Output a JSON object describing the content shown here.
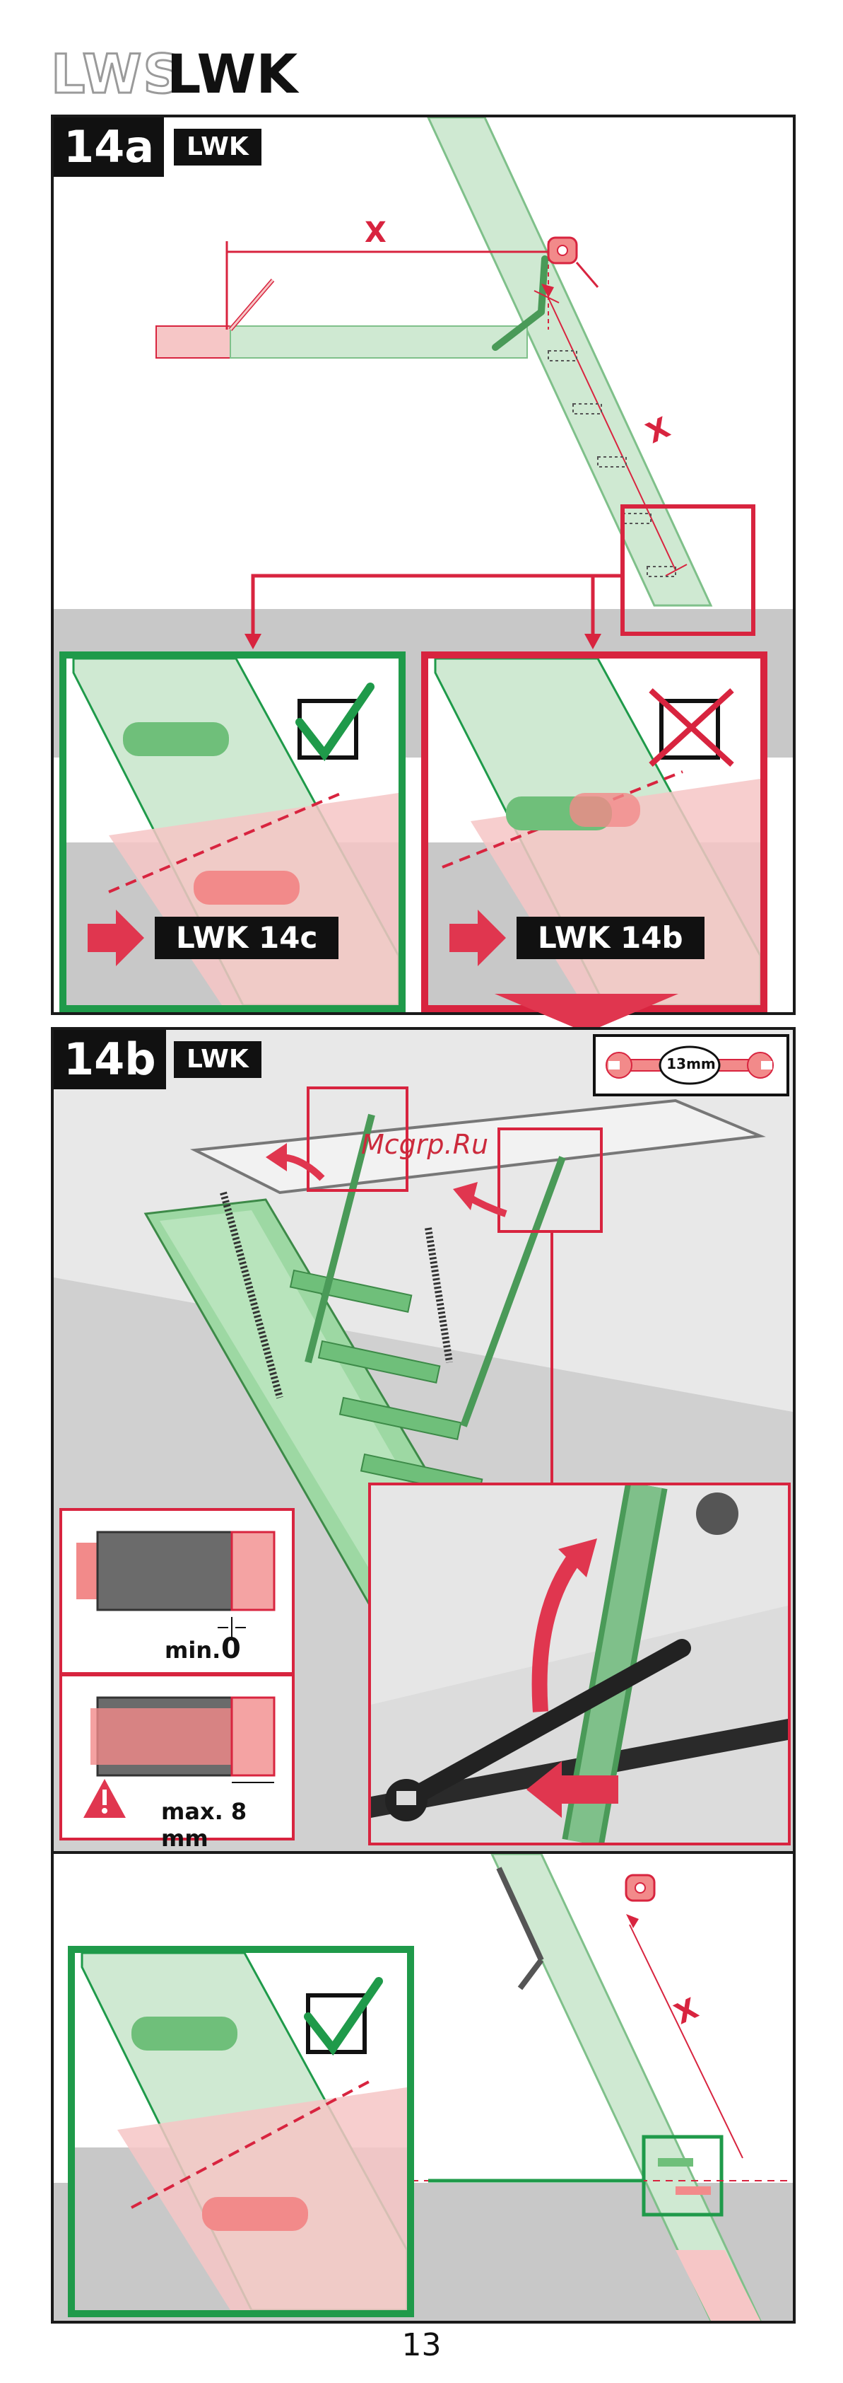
{
  "header": {
    "lws": "LWS",
    "lwk": "LWK"
  },
  "step14a": {
    "badge": "14a",
    "model": "LWK",
    "measure_label_top": "X",
    "measure_label_diag": "X",
    "ok_goto": "LWK 14c",
    "bad_goto": "LWK 14b"
  },
  "step14b": {
    "badge": "14b",
    "model": "LWK",
    "wrench_size": "13mm",
    "watermark": "Mcgrp.Ru",
    "min_label": "min.",
    "min_value": "0",
    "max_label": "max. 8 mm"
  },
  "step14c": {
    "measure_label": "X"
  },
  "page_number": "13",
  "colors": {
    "accent_red": "#d8243f",
    "ok_green": "#1f9a4a",
    "ladder_green": "#8fcf95",
    "floor_grey": "#c8c8c8"
  }
}
